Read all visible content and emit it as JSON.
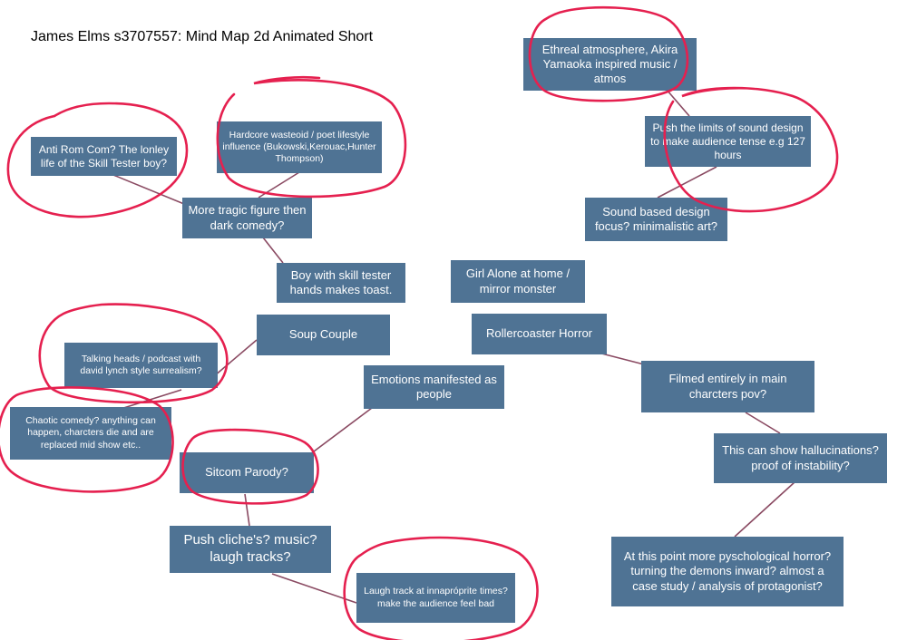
{
  "title": "James Elms s3707557: Mind Map 2d Animated Short",
  "colors": {
    "node_fill": "#4f7394",
    "connector": "#8a4a62",
    "highlight_circle": "#e5204f"
  },
  "nodes": {
    "anti_rom_com": "Anti Rom Com? The lonley life of the Skill Tester boy?",
    "hardcore_wasteoid": "Hardcore wasteoid / poet lifestyle influence (Bukowski,Kerouac,Hunter Thompson)",
    "tragic_figure": "More tragic figure then dark comedy?",
    "skill_tester_toast": "Boy with skill tester hands makes toast.",
    "soup_couple": "Soup Couple",
    "talking_heads": "Talking heads / podcast with david lynch style surrealism?",
    "chaotic_comedy": "Chaotic comedy? anything can happen, charcters die and are replaced mid show etc..",
    "emotions_people": "Emotions manifested as people",
    "sitcom_parody": "Sitcom Parody?",
    "push_cliches": "Push cliche's? music? laugh tracks?",
    "laugh_track": "Laugh track at innapróprite times? make the audience feel bad",
    "ethreal": "Ethreal atmosphere, Akira Yamaoka inspired music / atmos",
    "sound_limits": "Push the limits of sound design to make audience tense e.g 127 hours",
    "sound_focus": "Sound based design focus? minimalistic art?",
    "girl_alone": "Girl Alone at home / mirror monster",
    "rollercoaster": "Rollercoaster Horror",
    "filmed_pov": "Filmed entirely in main charcters pov?",
    "hallucinations": "This can show hallucinations? proof of instability?",
    "psych_horror": "At this point more pyschological horror? turning the demons inward? almost a case study / analysis of protagonist?"
  }
}
